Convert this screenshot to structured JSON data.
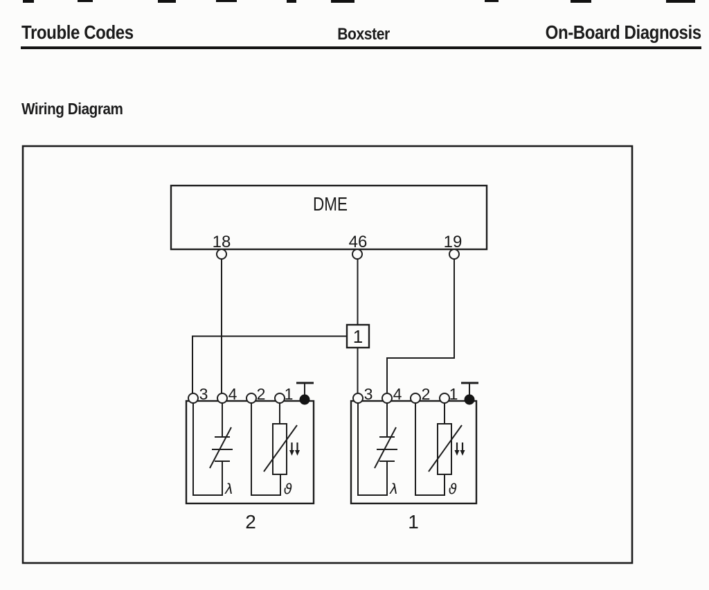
{
  "header": {
    "left_title": "Trouble Codes",
    "center_title": "Boxster",
    "right_title": "On-Board Diagnosis"
  },
  "section_title": "Wiring Diagram",
  "diagram": {
    "dme_label": "DME",
    "dme_pins": [
      "18",
      "46",
      "19"
    ],
    "connector_label": "1",
    "sensors": [
      {
        "pins": [
          "3",
          "4",
          "2",
          "1"
        ],
        "lambda_symbol": "λ",
        "theta_symbol": "ϑ",
        "bottom_label": "2"
      },
      {
        "pins": [
          "3",
          "4",
          "2",
          "1"
        ],
        "lambda_symbol": "λ",
        "theta_symbol": "ϑ",
        "bottom_label": "1"
      }
    ],
    "colors": {
      "ink": "#1c1c1c",
      "paper": "#fcfcfb"
    }
  }
}
